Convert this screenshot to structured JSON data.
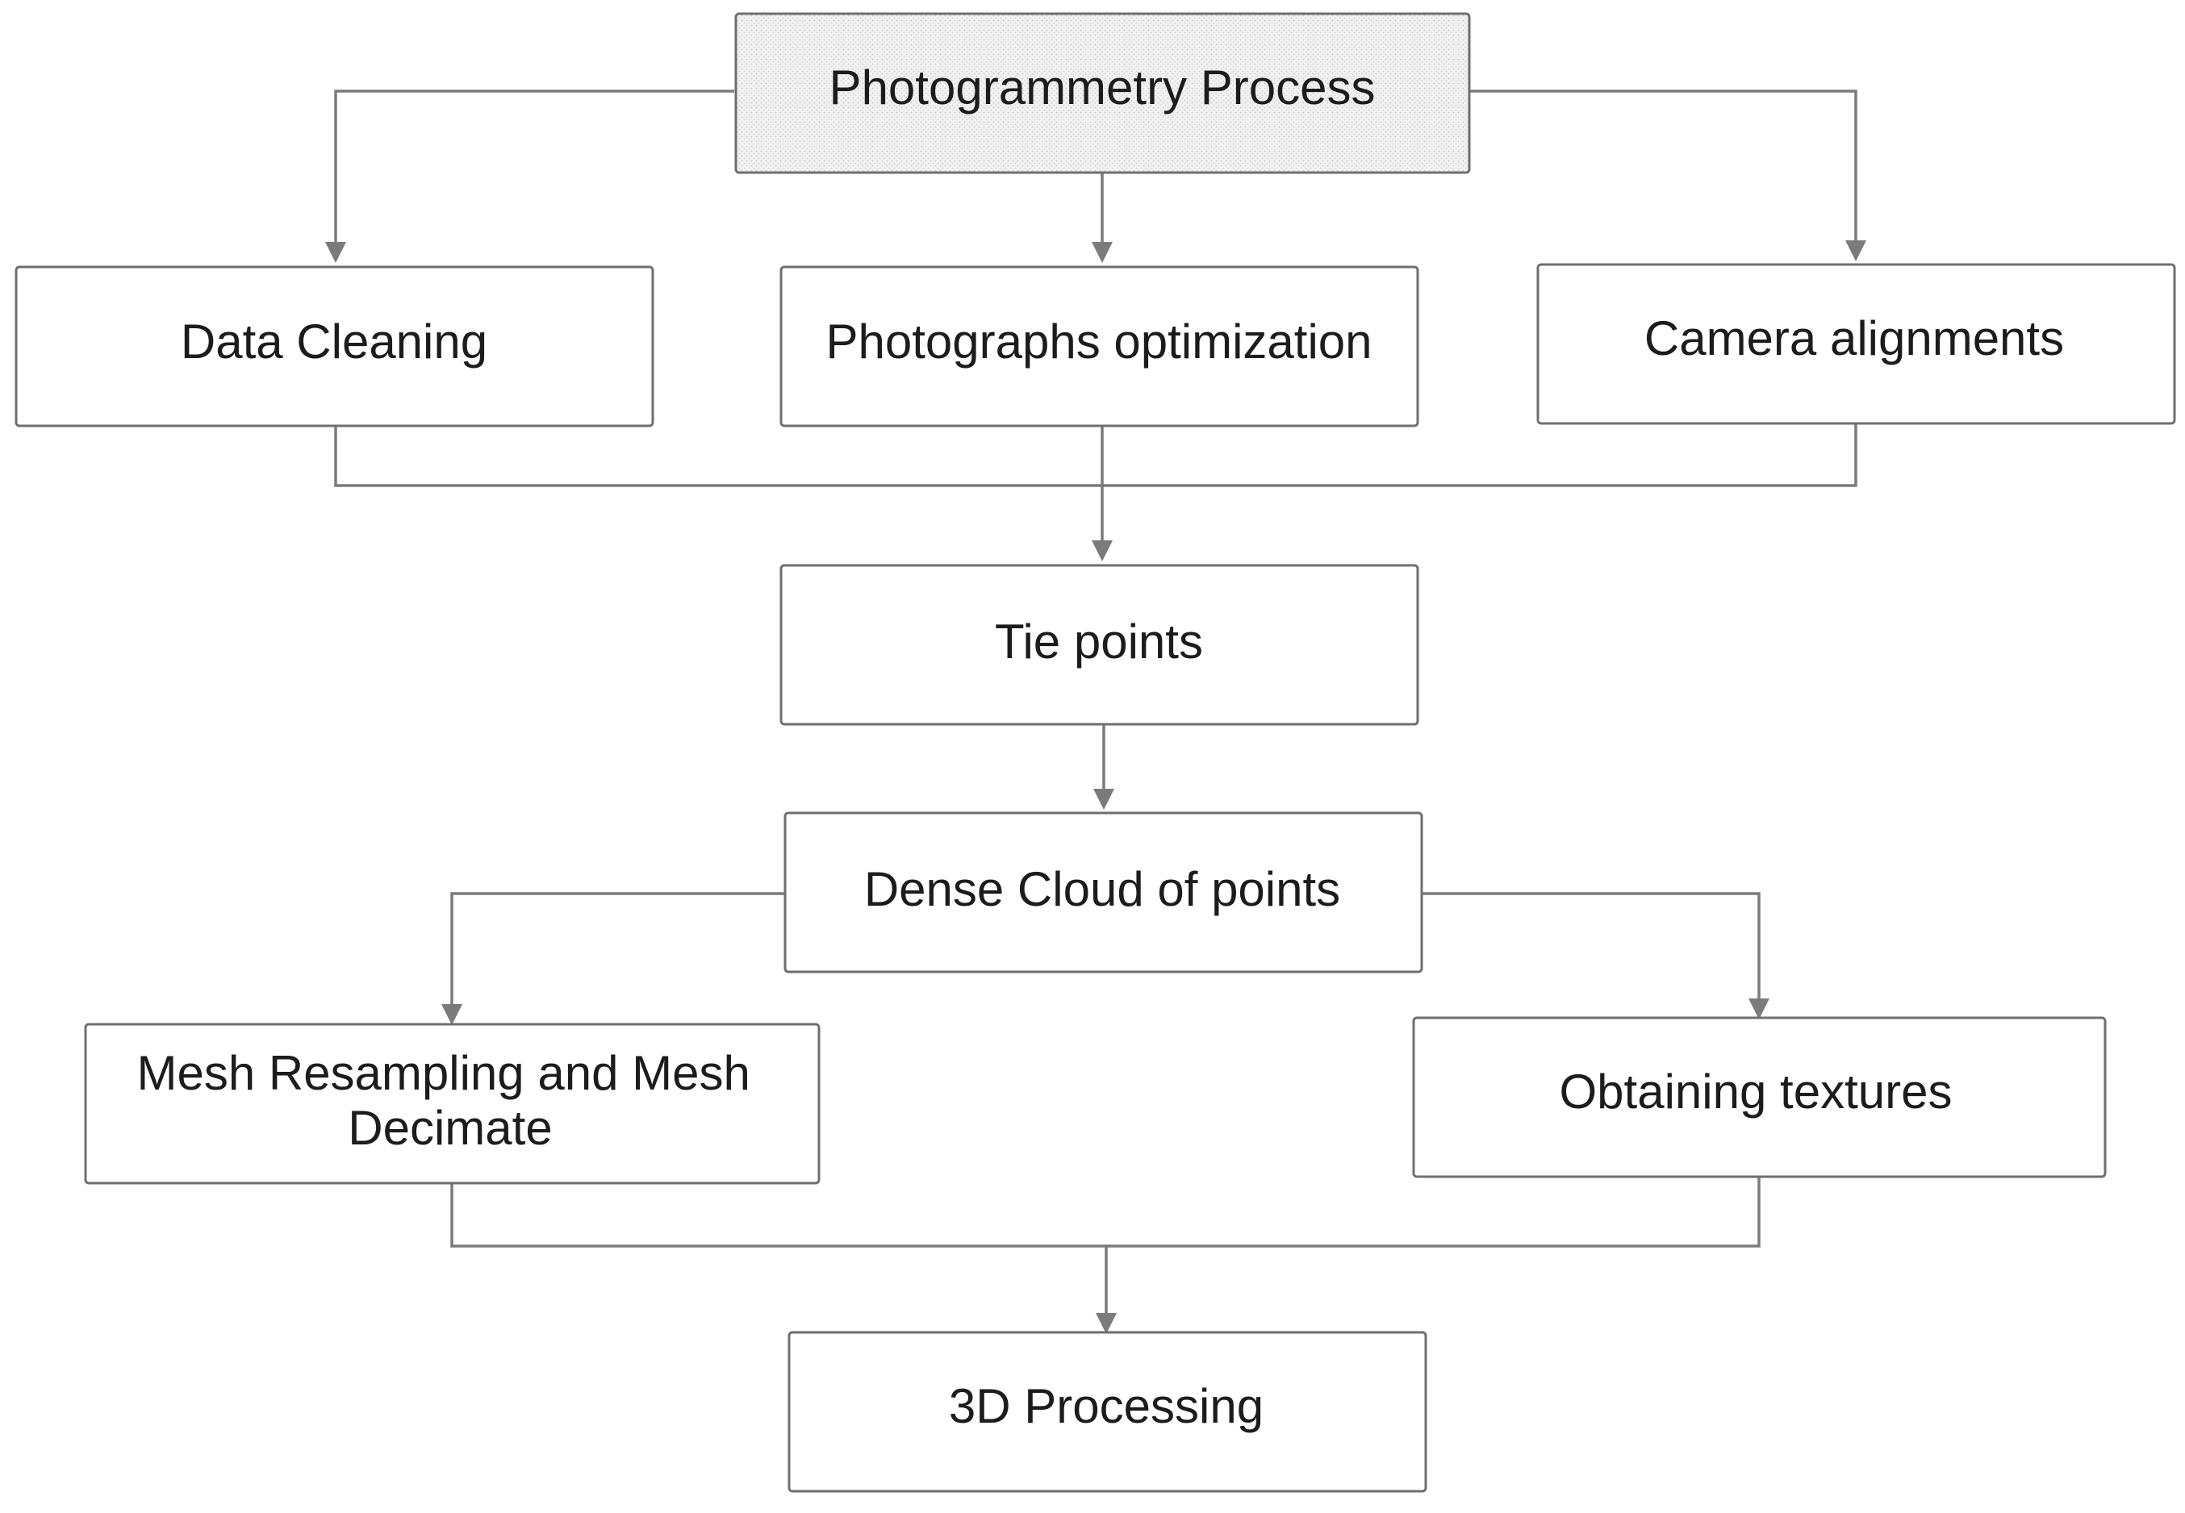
{
  "nodes": {
    "photogrammetry_process": {
      "lines": [
        "Photogrammetry Process"
      ]
    },
    "data_cleaning": {
      "lines": [
        "Data Cleaning"
      ]
    },
    "photographs_optimization": {
      "lines": [
        "Photographs optimization"
      ]
    },
    "camera_alignments": {
      "lines": [
        "Camera alignments"
      ]
    },
    "tie_points": {
      "lines": [
        "Tie points"
      ]
    },
    "dense_cloud": {
      "lines": [
        "Dense Cloud of points"
      ]
    },
    "mesh_resampling": {
      "lines": [
        "Mesh Resampling and Mesh",
        "Decimate"
      ]
    },
    "obtaining_textures": {
      "lines": [
        "Obtaining textures"
      ]
    },
    "processing_3d": {
      "lines": [
        "3D Processing"
      ]
    }
  },
  "edges": [
    {
      "from": "photogrammetry_process",
      "to": "data_cleaning"
    },
    {
      "from": "photogrammetry_process",
      "to": "photographs_optimization"
    },
    {
      "from": "photogrammetry_process",
      "to": "camera_alignments"
    },
    {
      "from": "data_cleaning",
      "to": "tie_points"
    },
    {
      "from": "photographs_optimization",
      "to": "tie_points"
    },
    {
      "from": "camera_alignments",
      "to": "tie_points"
    },
    {
      "from": "tie_points",
      "to": "dense_cloud"
    },
    {
      "from": "dense_cloud",
      "to": "mesh_resampling"
    },
    {
      "from": "dense_cloud",
      "to": "obtaining_textures"
    },
    {
      "from": "mesh_resampling",
      "to": "processing_3d"
    },
    {
      "from": "obtaining_textures",
      "to": "processing_3d"
    }
  ],
  "colors": {
    "box_border": "#6f6f6f",
    "connector": "#7b7b7b",
    "root_fill": "#eeeeee",
    "text": "#1c1c1c"
  }
}
